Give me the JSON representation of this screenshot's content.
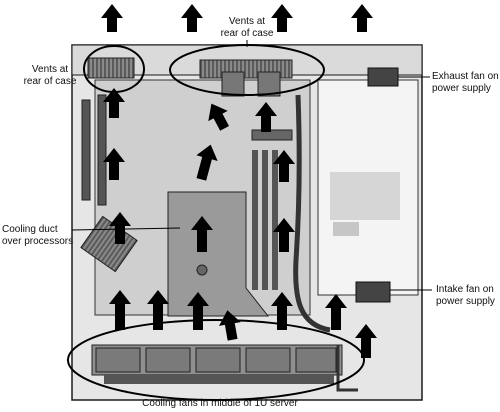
{
  "labels": {
    "vents_left_line1": "Vents at",
    "vents_left_line2": "rear of case",
    "vents_center_line1": "Vents at",
    "vents_center_line2": "rear of case",
    "exhaust_line1": "Exhaust fan on",
    "exhaust_line2": "power supply",
    "duct_line1": "Cooling duct",
    "duct_line2": "over processors",
    "intake_line1": "Intake fan on",
    "intake_line2": "power supply",
    "fans_caption": "Cooling fans in middle of 1U server"
  },
  "colors": {
    "arrow": "#000000",
    "chassis_fill": "#e6e6e6",
    "board_fill": "#cfcfcf",
    "duct_fill": "#9a9a9a",
    "psu_fill": "#f4f4f4",
    "fan_fill": "#8f8f8f",
    "outline": "#1a1a1a"
  },
  "airflow_arrow_count": 20
}
